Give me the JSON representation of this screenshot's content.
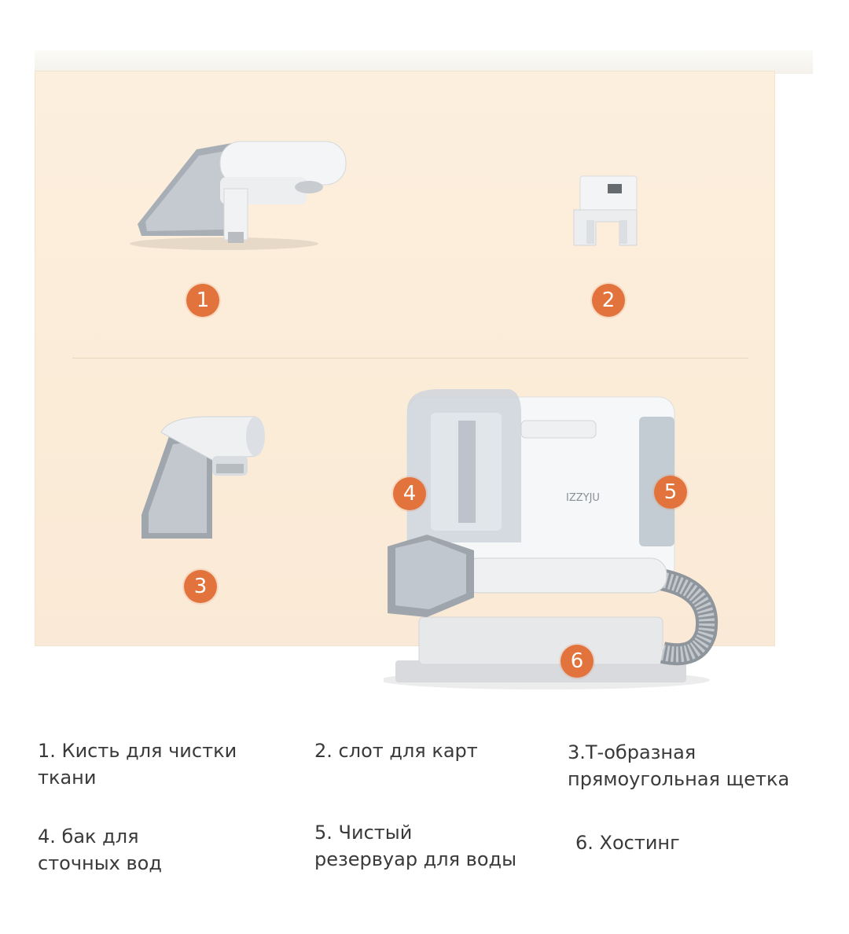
{
  "badges": [
    "1",
    "2",
    "3",
    "4",
    "5",
    "6"
  ],
  "captions": {
    "c1": "1. Кисть для чистки\nткани",
    "c2": "2. слот для карт",
    "c3": "3.Т-образная\nпрямоугольная щетка",
    "c4": "4. бак для\nсточных вод",
    "c5": "5. Чистый\nрезервуар для воды",
    "c6": "6. Хостинг"
  },
  "brand_logo": "IZZYJU",
  "colors": {
    "badge": "#e2733c",
    "panel": "#fcefdd",
    "caption_text": "#3a3a3a"
  }
}
